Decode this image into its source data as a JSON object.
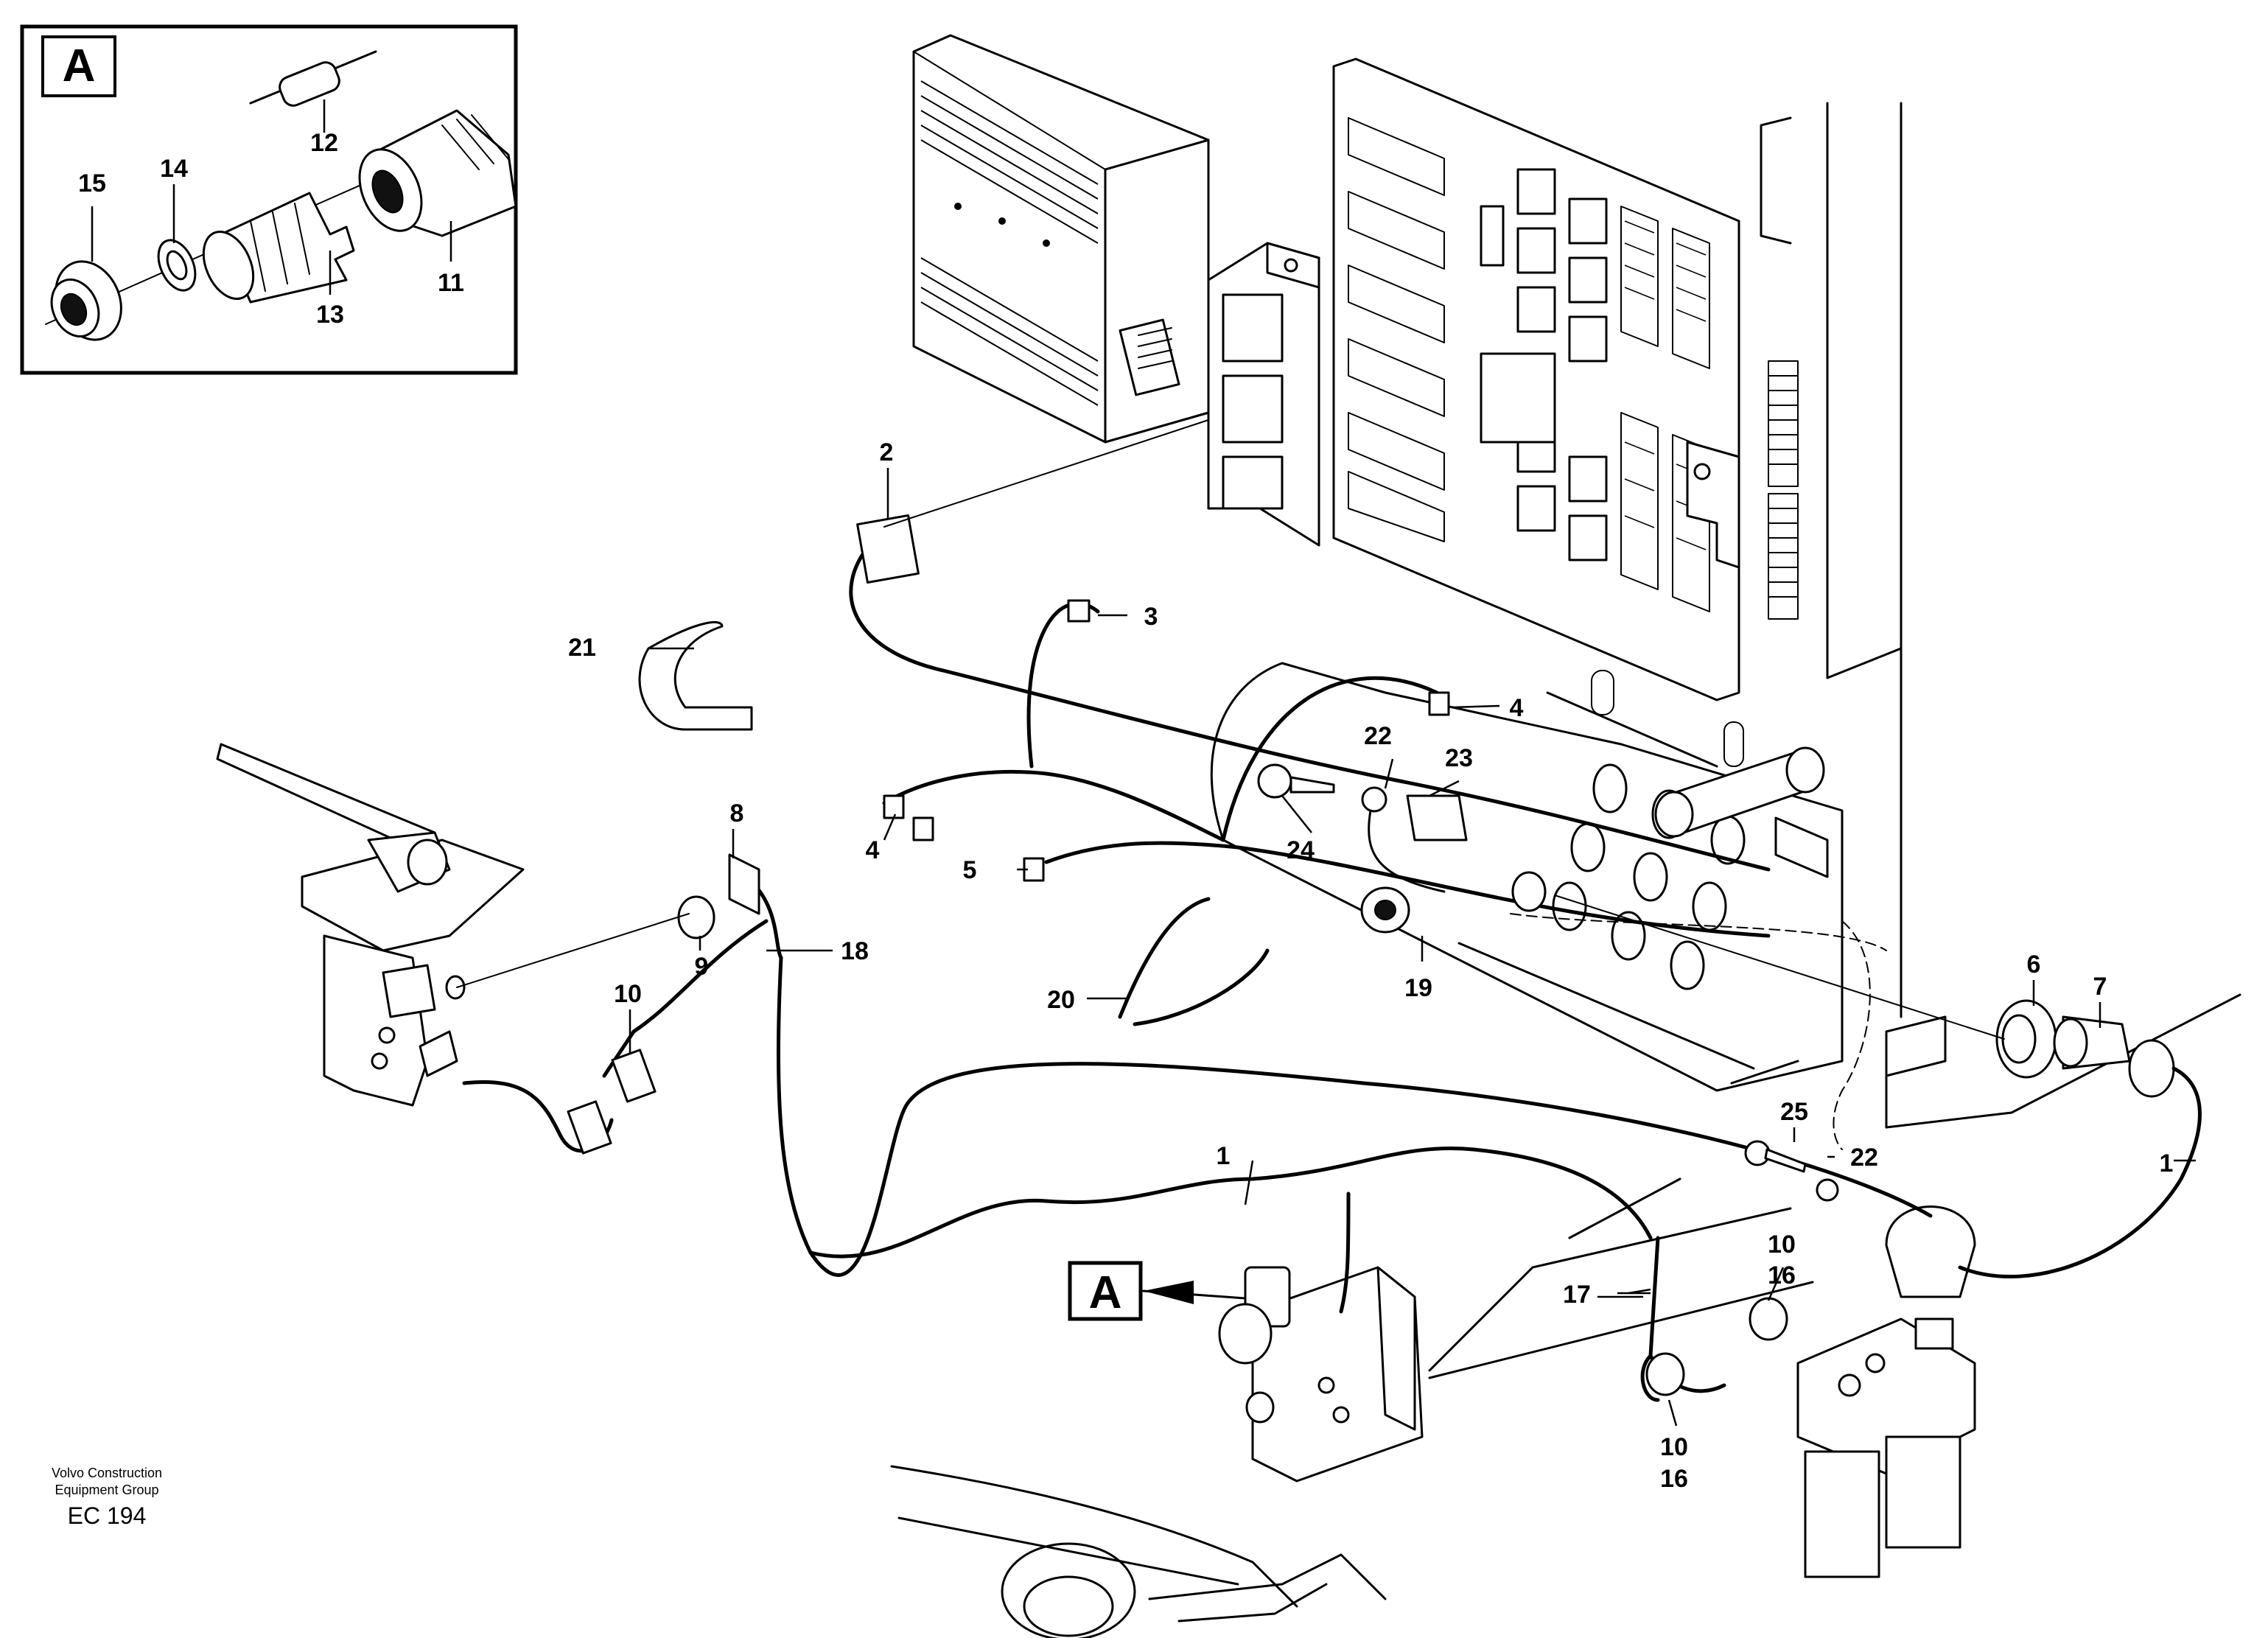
{
  "detail_label": "A",
  "credit": {
    "line1": "Volvo Construction",
    "line2": "Equipment Group",
    "code": "EC 194"
  },
  "callouts": [
    {
      "id": "c1a",
      "text": "1"
    },
    {
      "id": "c1b",
      "text": "1"
    },
    {
      "id": "c2",
      "text": "2"
    },
    {
      "id": "c3",
      "text": "3"
    },
    {
      "id": "c4a",
      "text": "4"
    },
    {
      "id": "c4b",
      "text": "4"
    },
    {
      "id": "c5",
      "text": "5"
    },
    {
      "id": "c6",
      "text": "6"
    },
    {
      "id": "c7",
      "text": "7"
    },
    {
      "id": "c8",
      "text": "8"
    },
    {
      "id": "c9",
      "text": "9"
    },
    {
      "id": "c10a",
      "text": "10"
    },
    {
      "id": "c10b",
      "text": "10"
    },
    {
      "id": "c10c",
      "text": "10"
    },
    {
      "id": "c11",
      "text": "11"
    },
    {
      "id": "c12",
      "text": "12"
    },
    {
      "id": "c13",
      "text": "13"
    },
    {
      "id": "c14",
      "text": "14"
    },
    {
      "id": "c15",
      "text": "15"
    },
    {
      "id": "c16a",
      "text": "16"
    },
    {
      "id": "c16b",
      "text": "16"
    },
    {
      "id": "c17",
      "text": "17"
    },
    {
      "id": "c18",
      "text": "18"
    },
    {
      "id": "c19",
      "text": "19"
    },
    {
      "id": "c20",
      "text": "20"
    },
    {
      "id": "c21",
      "text": "21"
    },
    {
      "id": "c22a",
      "text": "22"
    },
    {
      "id": "c22b",
      "text": "22"
    },
    {
      "id": "c23",
      "text": "23"
    },
    {
      "id": "c24",
      "text": "24"
    },
    {
      "id": "c25",
      "text": "25"
    }
  ]
}
